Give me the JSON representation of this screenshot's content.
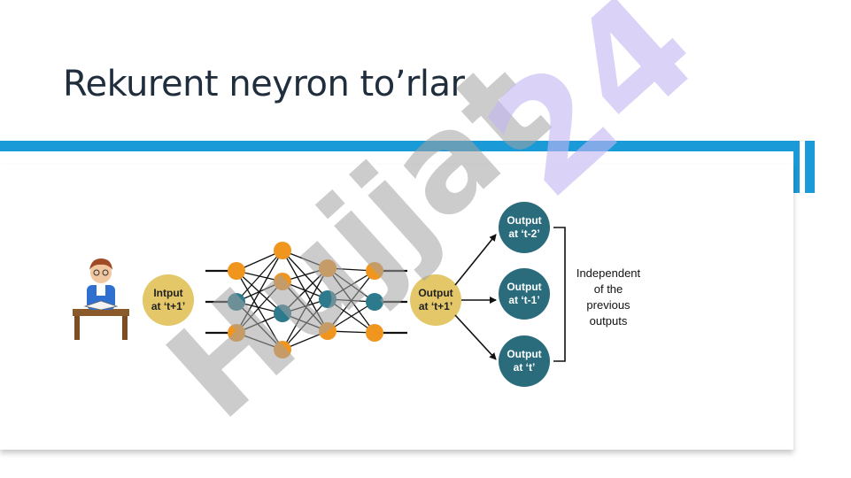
{
  "slide": {
    "title": "Rekurent neyron to’rlar",
    "accent_color": "#1a9ad6"
  },
  "diagram": {
    "input_node": {
      "line1": "Intput",
      "line2": "at ‘t+1’"
    },
    "output_node": {
      "line1": "Output",
      "line2": "at ‘t+1’"
    },
    "previous_outputs": [
      {
        "line1": "Output",
        "line2": "at ‘t-2’"
      },
      {
        "line1": "Output",
        "line2": "at ‘t-1’"
      },
      {
        "line1": "Output",
        "line2": "at ‘t’"
      }
    ],
    "side_note": [
      "Independent",
      "of the",
      "previous",
      "outputs"
    ],
    "icon": "student-reading-icon",
    "colors": {
      "gold": "#e3c768",
      "orange": "#f0951e",
      "teal": "#2c7a8c",
      "dark_teal": "#2a6b7c",
      "line": "#111111"
    }
  },
  "watermarks": [
    {
      "text": "Hujjat",
      "color": "#a3a3a3"
    },
    {
      "text": "24",
      "color": "#c4b5f4"
    }
  ]
}
